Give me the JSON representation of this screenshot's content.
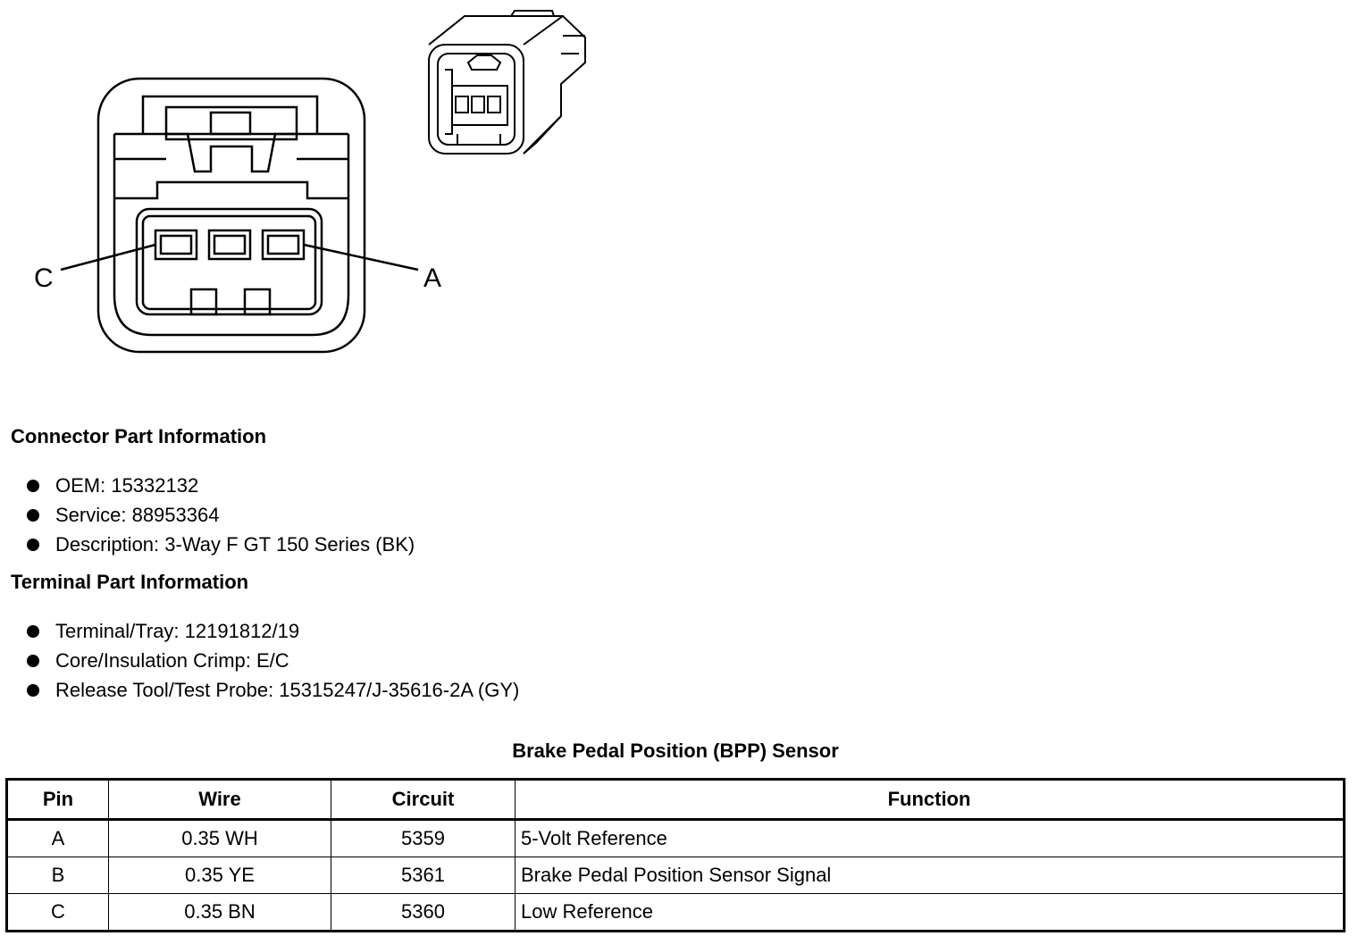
{
  "connector_diagram": {
    "pin_labels": [
      "C",
      "A"
    ]
  },
  "connector_part_info": {
    "heading": "Connector Part Information",
    "items": [
      "OEM: 15332132",
      "Service: 88953364",
      "Description: 3-Way F GT 150 Series (BK)"
    ]
  },
  "terminal_part_info": {
    "heading": "Terminal Part Information",
    "items": [
      "Terminal/Tray: 12191812/19",
      "Core/Insulation Crimp: E/C",
      "Release Tool/Test Probe: 15315247/J-35616-2A (GY)"
    ]
  },
  "pinout_table": {
    "title": "Brake Pedal Position (BPP) Sensor",
    "headers": [
      "Pin",
      "Wire",
      "Circuit",
      "Function"
    ],
    "rows": [
      [
        "A",
        "0.35 WH",
        "5359",
        "5-Volt Reference"
      ],
      [
        "B",
        "0.35 YE",
        "5361",
        "Brake Pedal Position Sensor Signal"
      ],
      [
        "C",
        "0.35 BN",
        "5360",
        "Low Reference"
      ]
    ]
  }
}
